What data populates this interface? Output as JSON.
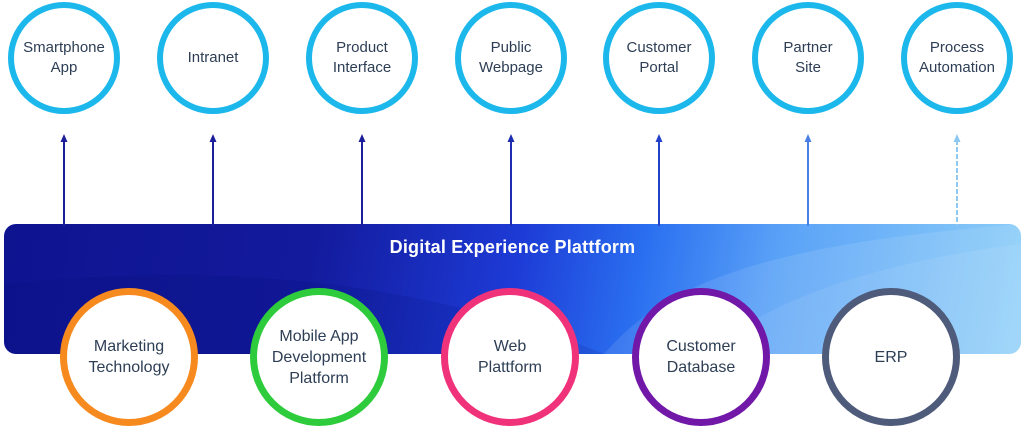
{
  "banner": {
    "title": "Digital Experience Plattform"
  },
  "top_nodes": [
    {
      "label": "Smartphone\nApp",
      "color": "#1cb8ec",
      "arrow_color": "#1d1f9a"
    },
    {
      "label": "Intranet",
      "color": "#1cb8ec",
      "arrow_color": "#1d1f9a"
    },
    {
      "label": "Product\nInterface",
      "color": "#1cb8ec",
      "arrow_color": "#1d1f9a"
    },
    {
      "label": "Public\nWebpage",
      "color": "#1cb8ec",
      "arrow_color": "#1d2cb0"
    },
    {
      "label": "Customer\nPortal",
      "color": "#1cb8ec",
      "arrow_color": "#2241c8"
    },
    {
      "label": "Partner\nSite",
      "color": "#1cb8ec",
      "arrow_color": "#4a7fe8"
    },
    {
      "label": "Process\nAutomation",
      "color": "#1cb8ec",
      "arrow_color": "#8cc8f2"
    }
  ],
  "bottom_nodes": [
    {
      "label": "Marketing\nTechnology",
      "color": "#f68a1e"
    },
    {
      "label": "Mobile App\nDevelopment\nPlatform",
      "color": "#2ecc3c"
    },
    {
      "label": "Web\nPlattform",
      "color": "#f0327a"
    },
    {
      "label": "Customer\nDatabase",
      "color": "#7218a8"
    },
    {
      "label": "ERP",
      "color": "#4f5b7b"
    }
  ]
}
